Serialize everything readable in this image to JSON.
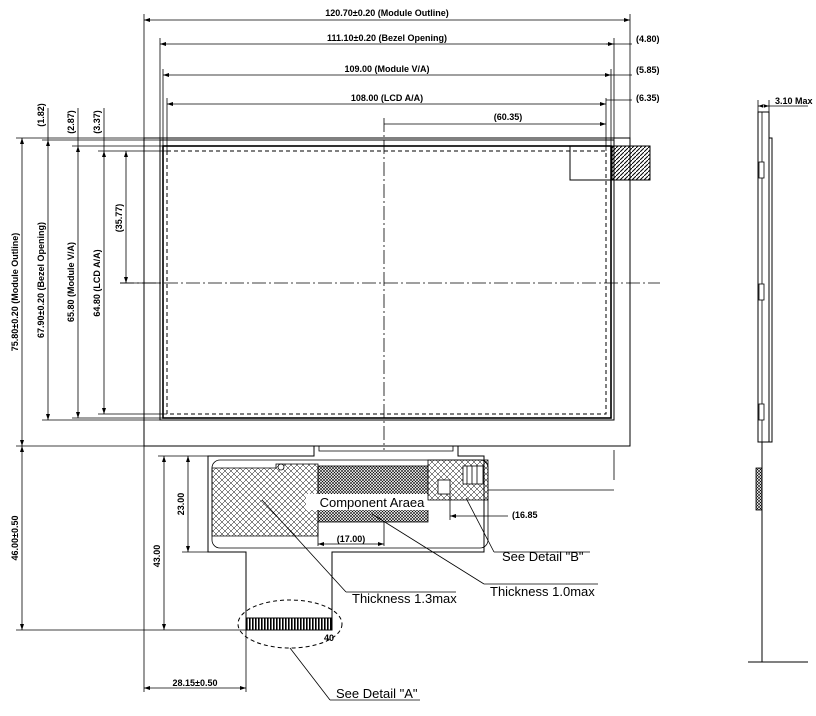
{
  "dimensions": {
    "module_outline_w": "120.70±0.20 (Module  Outline)",
    "bezel_opening_w": "111.10±0.20  (Bezel  Opening)",
    "module_va_w": "109.00  (Module  V/A)",
    "lcd_aa_w": "108.00  (LCD  A/A)",
    "offset_60": "(60.35)",
    "right_4_80": "(4.80)",
    "right_5_85": "(5.85)",
    "right_6_35": "(6.35)",
    "top_1_82": "(1.82)",
    "top_2_87": "(2.87)",
    "top_3_37": "(3.37)",
    "center_35_77": "(35.77)",
    "module_outline_h": "75.80±0.20 (Module Outline)",
    "bezel_opening_h": "67.90±0.20  (Bezel  Opening)",
    "module_va_h": "65.80  (Module  V/A)",
    "lcd_aa_h": "64.80  (LCD  A/A)",
    "fpc_total_h": "46.00±0.50",
    "fpc_43": "43.00",
    "fpc_23": "23.00",
    "fpc_17": "(17.00)",
    "fpc_16_85": "(16.85",
    "fpc_offset_x": "28.15±0.50",
    "side_thickness": "3.10 Max",
    "pin_count": "40"
  },
  "callouts": {
    "component_area": "Component Araea",
    "see_detail_b": "See Detail \"B\"",
    "thickness_1_0": "Thickness 1.0max",
    "thickness_1_3": "Thickness 1.3max",
    "see_detail_a": "See Detail \"A\""
  }
}
